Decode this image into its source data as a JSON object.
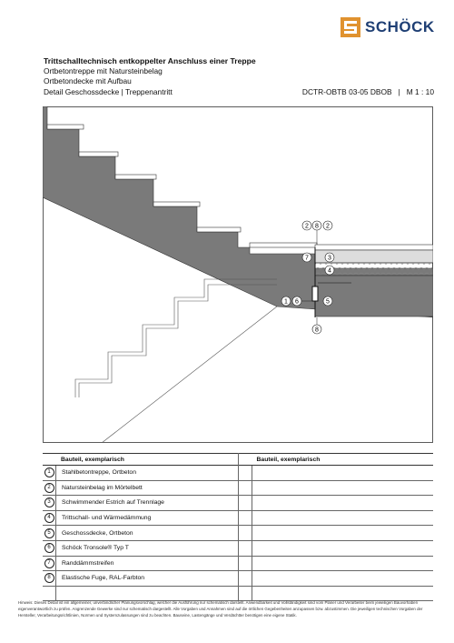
{
  "brand": {
    "name": "SCHÖCK"
  },
  "header": {
    "title": "Trittschalltechnisch entkoppelter Anschluss einer Treppe",
    "line1": "Ortbetontreppe mit Natursteinbelag",
    "line2": "Ortbetondecke mit Aufbau",
    "line3": "Detail Geschossdecke | Treppenantritt",
    "code": "DCTR-OBTB 03-05 DBOB",
    "scale": "M 1 : 10"
  },
  "drawing": {
    "callouts_top": [
      "2",
      "8",
      "2"
    ],
    "callout_7": "7",
    "callout_3": "3",
    "callout_4": "4",
    "callout_1": "1",
    "callout_6": "6",
    "callout_5": "5",
    "callout_8_bottom": "8"
  },
  "table": {
    "header_left": "Bauteil, exemplarisch",
    "header_right": "Bauteil, exemplarisch",
    "rows": [
      {
        "num": "1",
        "label": "Stahlbetontreppe, Ortbeton"
      },
      {
        "num": "2",
        "label": "Natursteinbelag im Mörtelbett"
      },
      {
        "num": "3",
        "label": "Schwimmender Estrich auf Trennlage"
      },
      {
        "num": "4",
        "label": "Trittschall- und Wärmedämmung"
      },
      {
        "num": "5",
        "label": "Geschossdecke, Ortbeton"
      },
      {
        "num": "6",
        "label": "Schöck Tronsole® Typ T"
      },
      {
        "num": "7",
        "label": "Randdämmstreifen"
      },
      {
        "num": "8",
        "label": "Elastische Fuge, RAL-Farbton"
      },
      {
        "num": "",
        "label": ""
      }
    ],
    "right_rows": [
      "",
      "",
      "",
      "",
      "",
      "",
      "",
      "",
      ""
    ]
  },
  "footnote": "Hinweis: Dieses Detail ist ein allgemeiner, unverbindlicher Planungsvorschlag, welcher die Ausführung nur schematisch darstellt. Anwendbarkeit und Vollständigkeit sind vom Planer und Verarbeiter beim jeweiligen Bauvorhaben eigenverantwortlich zu prüfen. Angrenzende Gewerke sind nur schematisch dargestellt. Alle Vorgaben und Annahmen sind auf die örtlichen Gegebenheiten anzupassen bzw. abzustimmen. Die jeweiligen technischen Vorgaben der Hersteller, Verarbeitungsrichtlinien, Normen und Systemzulassungen sind zu beachten. Bauseine, Lastengänge und Verdächtter benötigen eine eigene Statik."
}
